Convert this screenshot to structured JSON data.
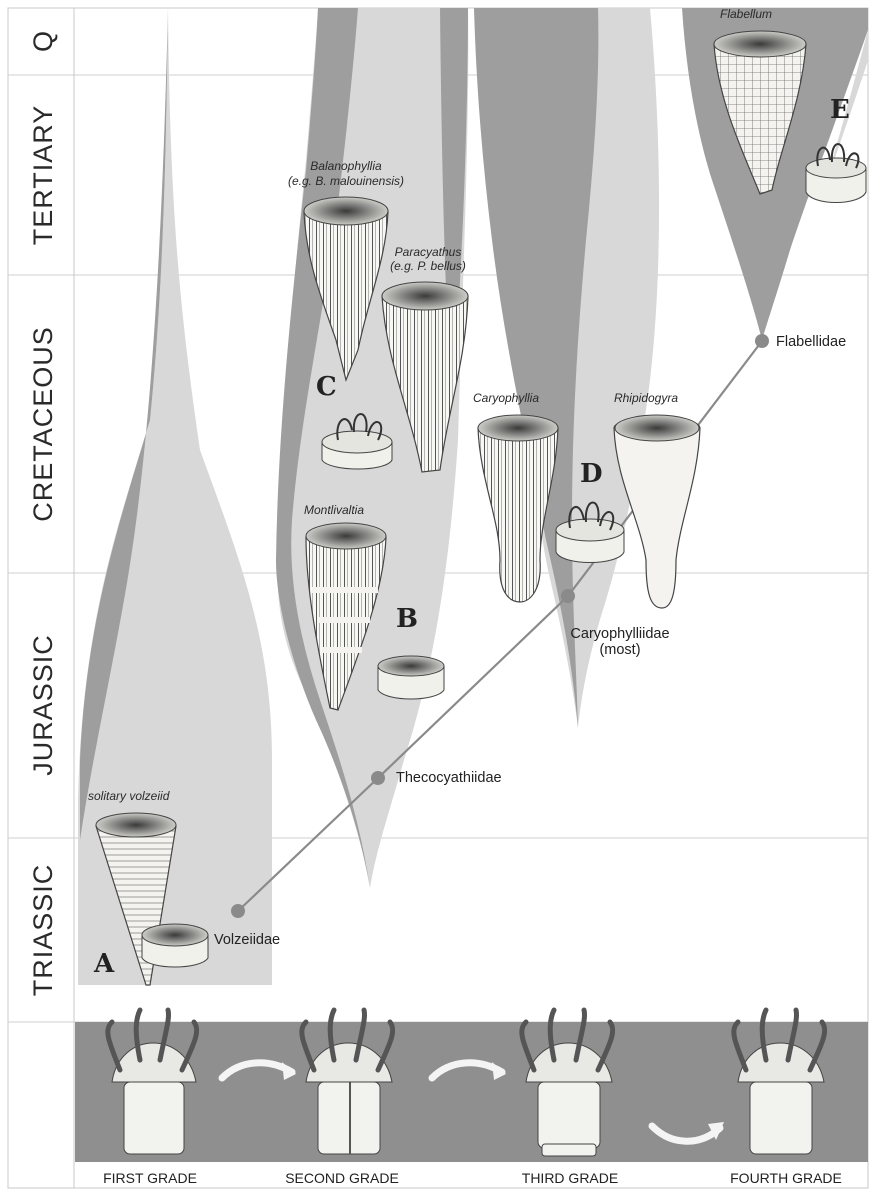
{
  "periods": [
    {
      "label": "Q"
    },
    {
      "label": "TERTIARY"
    },
    {
      "label": "CRETACEOUS"
    },
    {
      "label": "JURASSIC"
    },
    {
      "label": "TRIASSIC"
    }
  ],
  "families": [
    {
      "name": "Volzeiidae"
    },
    {
      "name": "Thecocyathiidae"
    },
    {
      "name": "Caryophylliidae",
      "sub": "(most)"
    },
    {
      "name": "Flabellidae"
    }
  ],
  "genera": {
    "solitary_volzeiid": "solitary volzeiid",
    "balanophyllia": "Balanophyllia",
    "balanophyllia_eg": "(e.g. B. malouinensis)",
    "paracyathus": "Paracyathus",
    "paracyathus_eg": "(e.g. P. bellus)",
    "montlivaltia": "Montlivaltia",
    "caryophyllia": "Caryophyllia",
    "rhipidogyra": "Rhipidogyra",
    "flabellum": "Flabellum"
  },
  "letters": {
    "a": "A",
    "b": "B",
    "c": "C",
    "d": "D",
    "e": "E"
  },
  "grades": [
    "FIRST GRADE",
    "SECOND GRADE",
    "THIRD GRADE",
    "FOURTH GRADE"
  ],
  "colors": {
    "light_gray": "#d8d8d8",
    "dark_gray": "#9e9e9e",
    "grade_band": "#8f8f8f",
    "line": "#8a8a8a",
    "node": "#8a8a8a"
  }
}
